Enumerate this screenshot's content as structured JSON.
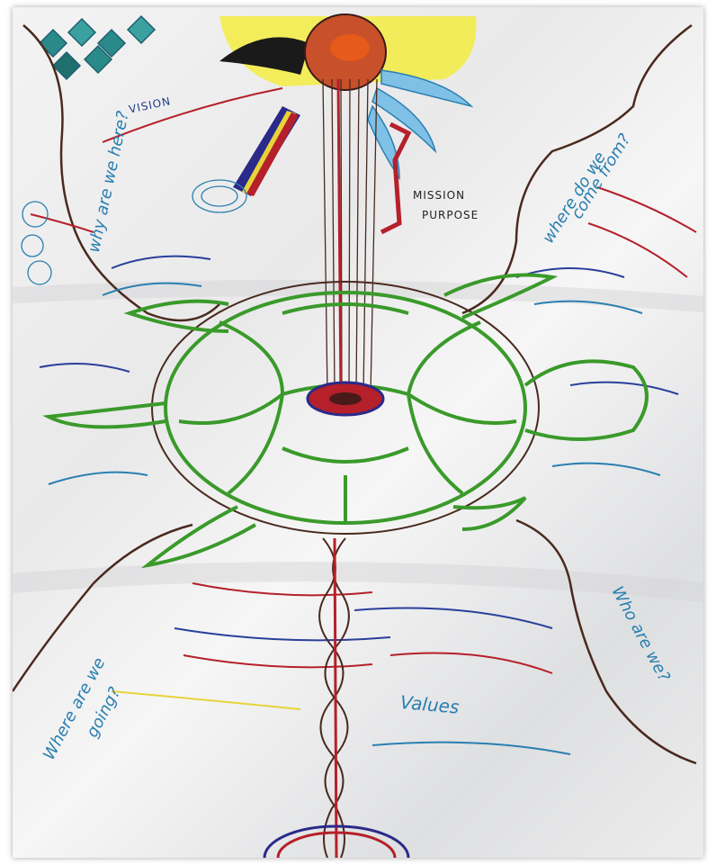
{
  "labels": {
    "vision": "VISION",
    "mission_line1": "MISSION",
    "mission_line2": "PURPOSE",
    "why_here": "why are we here?",
    "where_from_line1": "where do we",
    "where_from_line2": "come from?",
    "who_are_we": "Who are we?",
    "where_going_line1": "Where are we",
    "where_going_line2": "going?",
    "values": "Values"
  },
  "colors": {
    "turtle_green": "#3a9a2a",
    "beak_black": "#1a1a1a",
    "yellow_sun": "#f3ea3a",
    "ink_blue": "#2a7fb0",
    "ink_brown": "#4a2a1e",
    "ink_red": "#b5202a"
  }
}
